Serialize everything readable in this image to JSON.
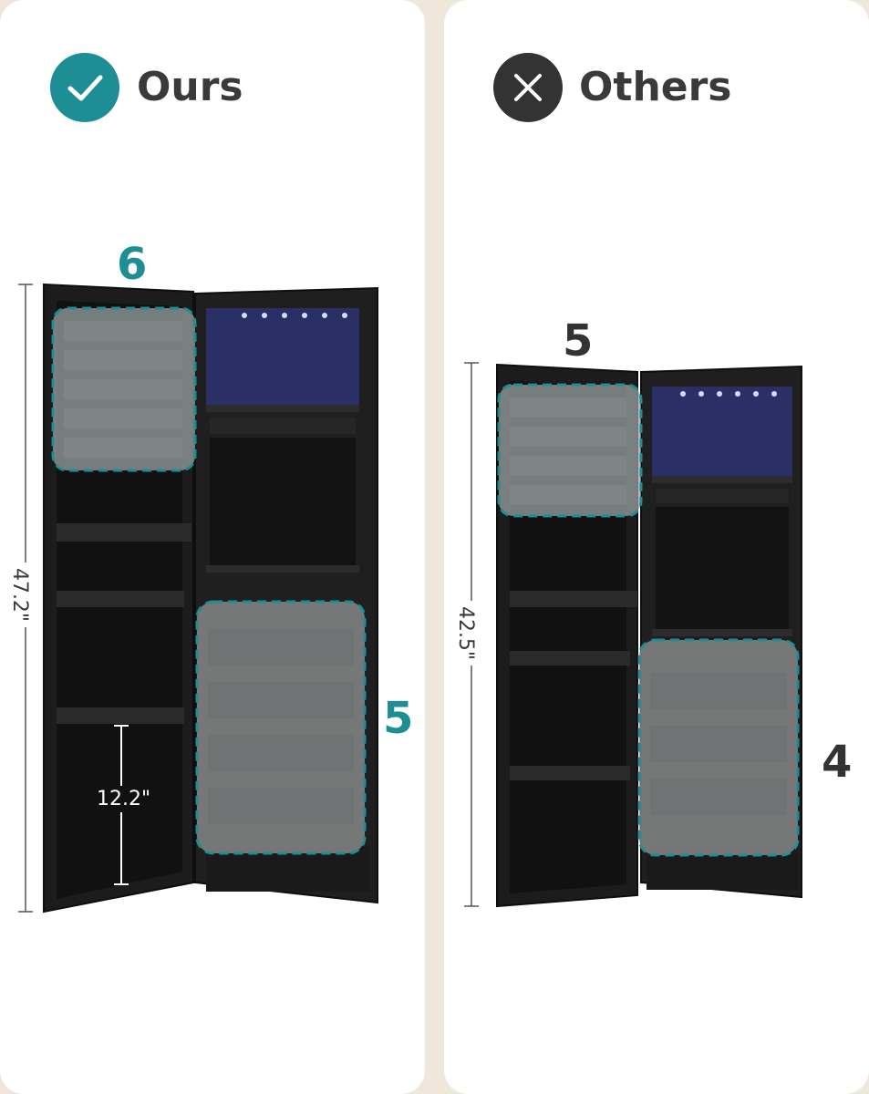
{
  "colors": {
    "background": "#efe7dc",
    "panel": "#ffffff",
    "accent_teal": "#1d8e93",
    "others_dark": "#333333",
    "text": "#3a3a3a",
    "cabinet": "#1a1a1a",
    "led_interior": "#2a2f66"
  },
  "ours": {
    "icon": "check-circle-icon",
    "label": "Ours",
    "door_tray_count": "6",
    "body_tray_count": "5",
    "height_label": "47.2\"",
    "gap_label": "12.2\""
  },
  "others": {
    "icon": "x-circle-icon",
    "label": "Others",
    "door_tray_count": "5",
    "body_tray_count": "4",
    "height_label": "42.5\""
  }
}
